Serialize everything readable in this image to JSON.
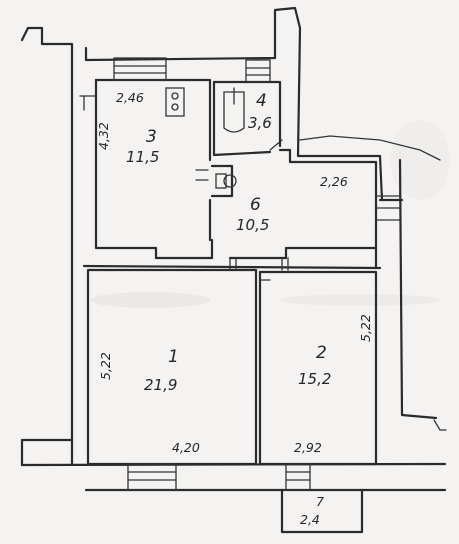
{
  "plan": {
    "rooms": [
      {
        "number": "1",
        "area": "21,9"
      },
      {
        "number": "2",
        "area": "15,2"
      },
      {
        "number": "3",
        "area": "11,5"
      },
      {
        "number": "4",
        "area": "3,6"
      },
      {
        "number": "6",
        "area": "10,5"
      },
      {
        "number": "7",
        "area": "2,4"
      }
    ],
    "dimensions": {
      "room1_height": "5,22",
      "room1_width": "4,20",
      "room2_height": "5,22",
      "room2_width": "2,92",
      "room3_height": "4,32",
      "room3_width": "2,46",
      "room6_width": "2,26"
    }
  }
}
